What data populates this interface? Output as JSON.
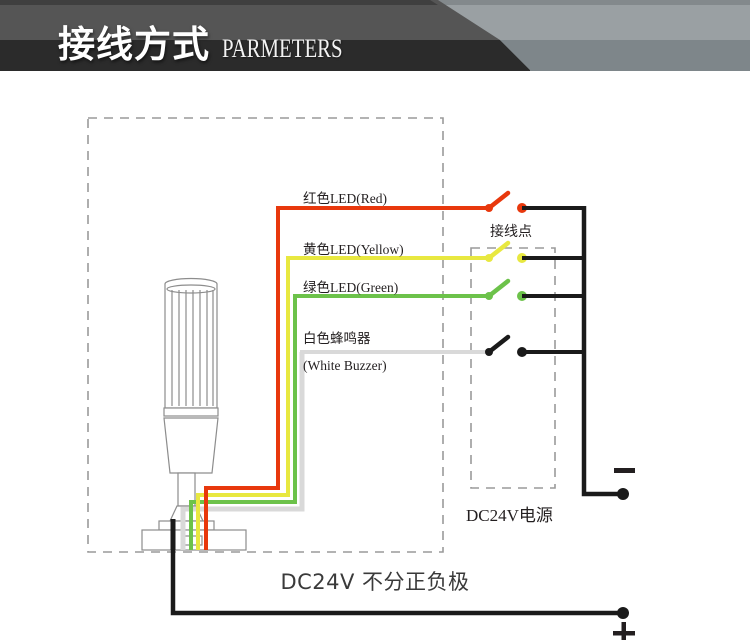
{
  "header": {
    "title_cn": "接线方式",
    "title_en": "PARMETERS",
    "band_dark": "#3a3a3a",
    "band_darker": "#2b2b2b",
    "band_light": "#9aa0a3",
    "band_light2": "#7e868a"
  },
  "diagram": {
    "junction_label": "接线点",
    "supply_label": "DC24V电源",
    "terminal_minus": "–",
    "terminal_plus": "+",
    "wires": [
      {
        "name": "red",
        "label": "红色LED(Red)",
        "color": "#e8380d"
      },
      {
        "name": "yellow",
        "label": "黄色LED(Yellow)",
        "color": "#e8e840"
      },
      {
        "name": "green",
        "label": "绿色LED(Green)",
        "color": "#6cc24a"
      },
      {
        "name": "white",
        "label_line1": "白色蜂鸣器",
        "label_line2": "(White Buzzer)",
        "color": "#d9d9d9"
      }
    ],
    "bus_color": "#1a1a1a",
    "device_outline": "#8d8d8d",
    "dash_color": "#9a9a9a"
  },
  "caption": "DC24V 不分正负极"
}
